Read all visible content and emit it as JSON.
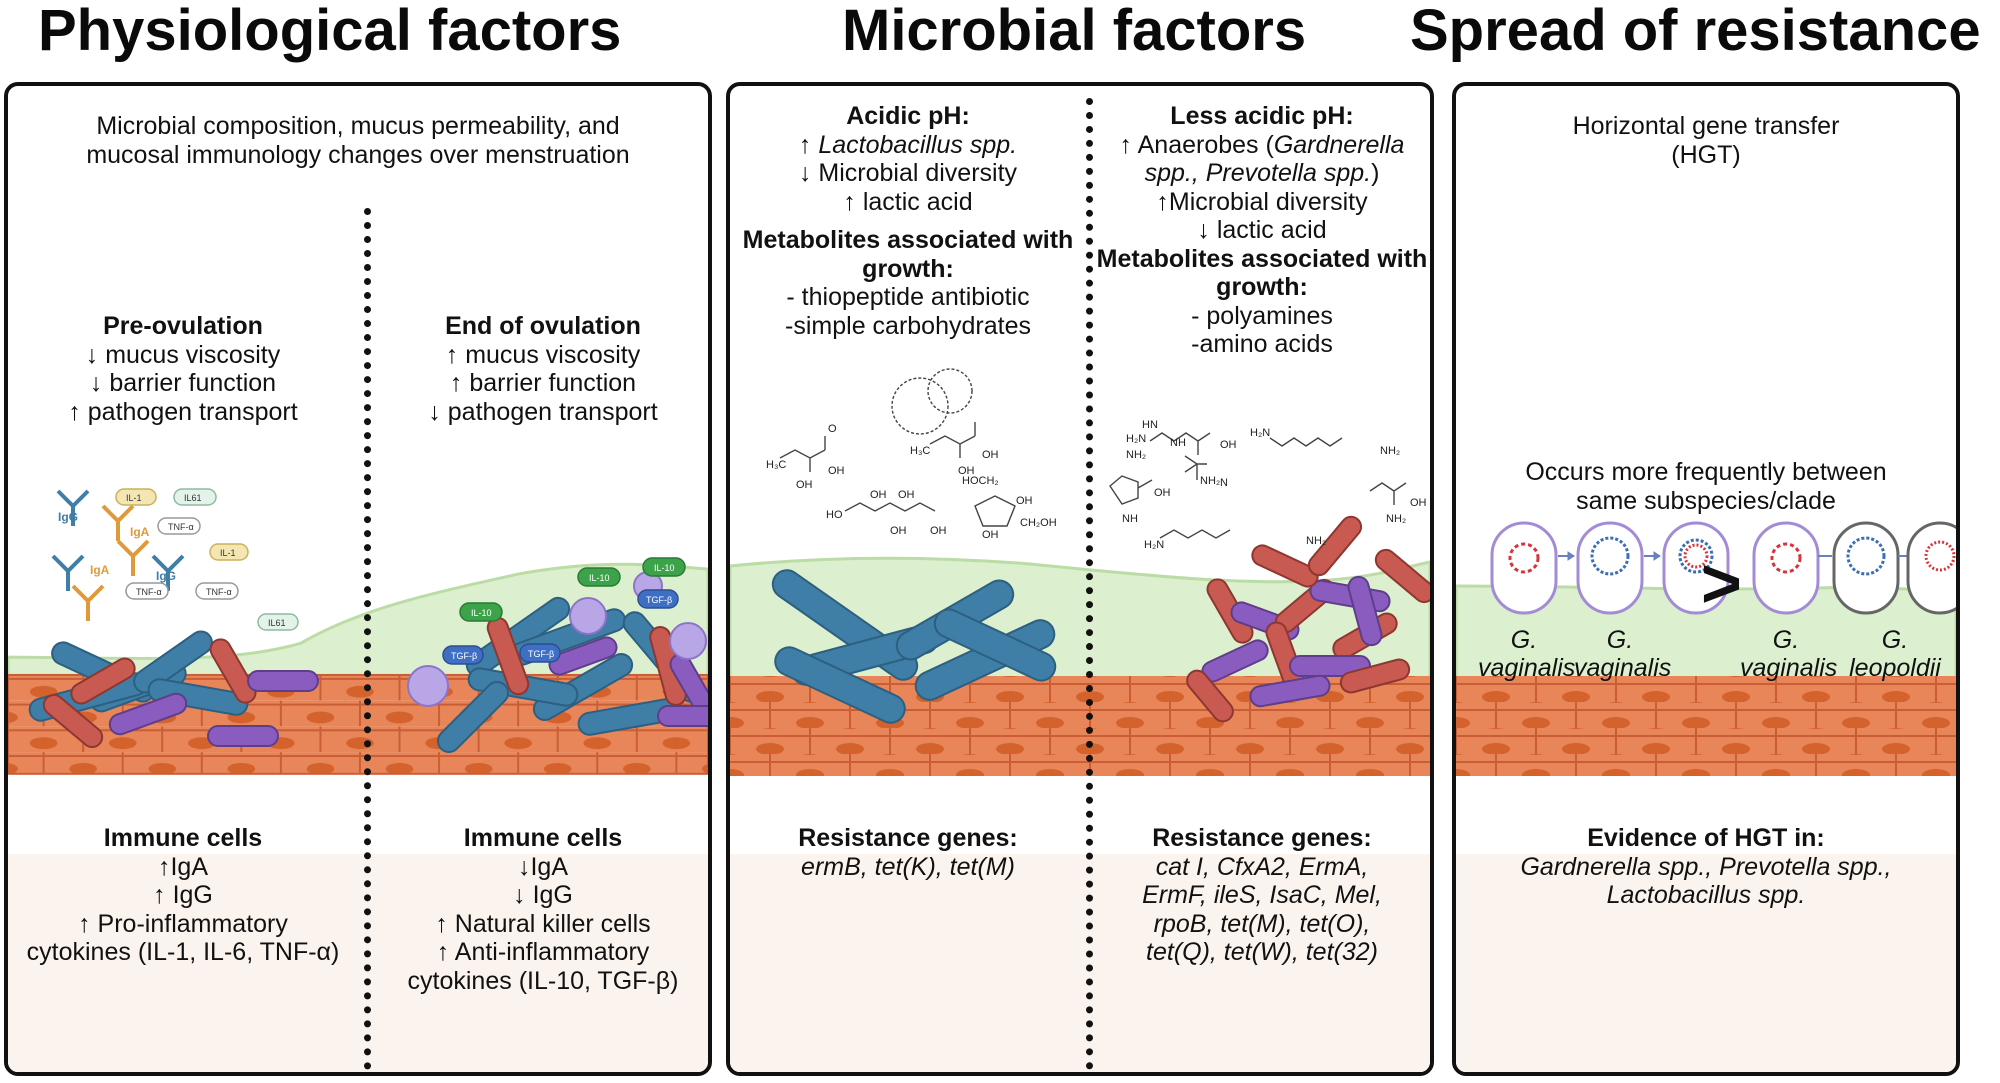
{
  "headings": {
    "physiological": "Physiological factors",
    "microbial": "Microbial factors",
    "spread": "Spread of resistance"
  },
  "panel1": {
    "intro": [
      "Microbial composition, mucus permeability, and",
      "mucosal immunology changes over menstruation"
    ],
    "pre_ovulation": {
      "title": "Pre-ovulation",
      "lines": [
        "↓ mucus viscosity",
        "↓ barrier function",
        "↑ pathogen transport"
      ]
    },
    "end_ovulation": {
      "title": "End of ovulation",
      "lines": [
        "↑ mucus viscosity",
        "↑ barrier function",
        "↓ pathogen transport"
      ]
    },
    "immune_left": {
      "title": "Immune cells",
      "lines": [
        "↑IgA",
        "↑ IgG",
        "↑ Pro-inflammatory",
        "cytokines (IL-1, IL-6, TNF-α)"
      ]
    },
    "immune_right": {
      "title": "Immune cells",
      "lines": [
        "↓IgA",
        "↓ IgG",
        "↑ Natural killer cells",
        "↑ Anti-inflammatory",
        "cytokines (IL-10, TGF-β)"
      ]
    },
    "labels": {
      "igg1": "IgG",
      "iga1": "IgA",
      "iga2": "IgA",
      "igg2": "IgG",
      "il1a": "IL-1",
      "il61": "IL61",
      "tnf1": "TNF-α",
      "il1b": "IL-1",
      "tnf2": "TNF-α",
      "tnf3": "TNF-α",
      "il61b": "IL61",
      "il10a": "IL-10",
      "il10b": "IL-10",
      "il10c": "IL-10",
      "tgfa": "TGF-β",
      "tgfb": "TGF-β",
      "tgfc": "TGF-β"
    }
  },
  "panel2": {
    "left": {
      "title": "Acidic pH:",
      "line1_arrow": "↑ ",
      "line1_italic": "Lactobacillus spp.",
      "line2": "↓ Microbial diversity",
      "line3": "↑ lactic acid",
      "metab_title_1": "Metabolites associated with",
      "metab_title_2": "growth:",
      "metab_lines": [
        "- thiopeptide antibiotic",
        "-simple carbohydrates"
      ],
      "res_title": "Resistance genes:",
      "res_lines": [
        "ermB, tet(K), tet(M)"
      ]
    },
    "right": {
      "title": "Less acidic pH:",
      "line1_a": "↑ Anaerobes (",
      "line1_b": "Gardnerella",
      "line2_a": "spp., Prevotella spp.",
      "line2_b": ")",
      "line3": "↑Microbial diversity",
      "line4": "↓ lactic acid",
      "metab_title_1": "Metabolites associated with",
      "metab_title_2": "growth:",
      "metab_lines": [
        "- polyamines",
        "-amino acids"
      ],
      "res_title": "Resistance genes:",
      "res_lines": [
        "cat I, CfxA2, ErmA,",
        "ErmF, ileS, IsaC, Mel,",
        "rpoB, tet(M), tet(O),",
        "tet(Q), tet(W), tet(32)"
      ]
    },
    "chem": {
      "h3c_a": "H₃C",
      "oh_a": "OH",
      "oh_b": "OH",
      "o_a": "O",
      "h3c_b": "H₃C",
      "oh_c": "OH",
      "oh_d": "OH",
      "ho_a": "HO",
      "oh_e": "OH",
      "oh_f": "OH",
      "oh_g": "OH",
      "oh_h": "OH",
      "hoch2": "HOCH₂",
      "oh_i": "OH",
      "oh_j": "OH",
      "ch2oh": "CH₂OH",
      "h2n_a": "H₂N",
      "nh2_a": "NH₂",
      "hn": "HN",
      "nh": "NH",
      "oh_k": "OH",
      "nh2_b": "NH₂",
      "h2n_b": "H₂N",
      "nh2_c": "NH₂",
      "nh_pro": "NH",
      "oh_l": "OH",
      "n": "N",
      "h2n_c": "H₂N",
      "nh2_d": "NH₂",
      "oh_m": "OH",
      "nh2_e": "NH₂"
    }
  },
  "panel3": {
    "title": [
      "Horizontal gene transfer",
      "(HGT)"
    ],
    "occurs": [
      "Occurs more frequently between",
      "same subspecies/clade"
    ],
    "greater_than": ">",
    "captions": [
      [
        "G.",
        "vaginalis"
      ],
      [
        "G.",
        "vaginalis"
      ],
      [
        "G.",
        "vaginalis"
      ],
      [
        "G.",
        "leopoldii"
      ]
    ],
    "evidence_title": "Evidence of HGT in:",
    "evidence_lines": [
      "Gardnerella spp., Prevotella spp.,",
      "Lactobacillus spp."
    ]
  },
  "colors": {
    "mucus": "#dcefcf",
    "mucus_edge": "#bcdca6",
    "epithelium": "#e8865a",
    "epithelium_dark": "#c95e35",
    "nucleus": "#d4622c",
    "lactobacillus": "#3f7ea7",
    "anaerobe_red": "#c85a52",
    "anaerobe_purple": "#8a5cc0",
    "lower_bg": "#fbf4ee",
    "cell_outline_purple": "#a48bd6",
    "cell_outline_gray": "#666666",
    "plasmid_red": "#d6343a",
    "plasmid_blue": "#3a6fb7"
  },
  "icons": [
    "antibody-icon",
    "cytokine-icon",
    "nk-cell-icon",
    "bacterium-icon",
    "plasmid-icon",
    "chemical-structure-icon"
  ]
}
